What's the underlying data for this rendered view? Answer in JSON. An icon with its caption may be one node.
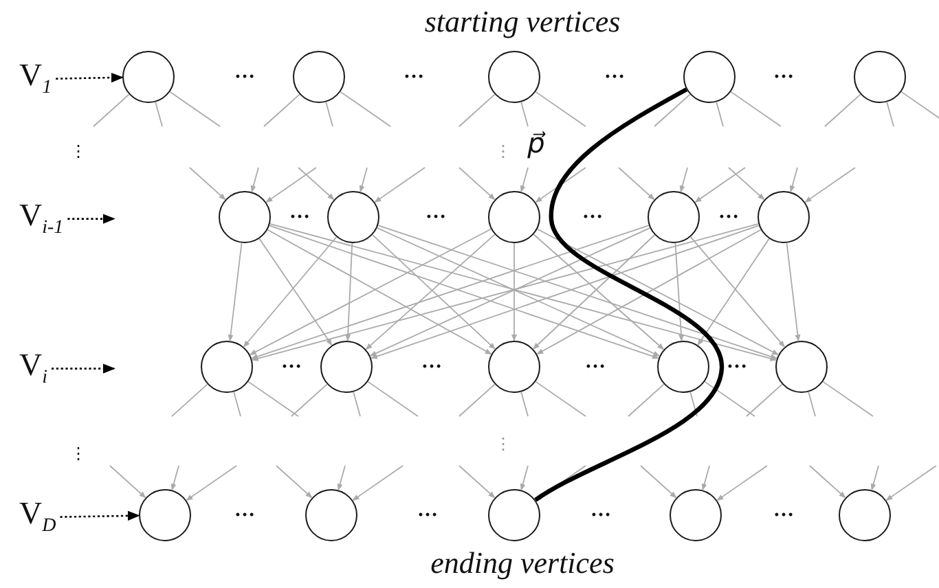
{
  "diagram": {
    "nodes": [
      {
        "text": [
          "V$_{1}$"
        ]
      },
      {
        "text": [],
        "shape": "circle"
      },
      {
        "text": [],
        "shape": "circle"
      },
      {
        "text": [],
        "shape": "circle"
      },
      {
        "text": [],
        "shape": "circle"
      },
      {
        "text": [],
        "shape": "circle"
      },
      {
        "text": [
          "V$_{i-1}$"
        ]
      },
      {
        "text": [],
        "shape": "circle"
      },
      {
        "text": [],
        "shape": "circle"
      },
      {
        "text": [],
        "shape": "circle"
      },
      {
        "text": [],
        "shape": "circle"
      },
      {
        "text": [],
        "shape": "circle"
      },
      {
        "text": [
          "V$_{i}$"
        ]
      },
      {
        "text": [],
        "shape": "circle"
      },
      {
        "text": [],
        "shape": "circle"
      },
      {
        "text": [],
        "shape": "circle"
      },
      {
        "text": [],
        "shape": "circle"
      },
      {
        "text": [],
        "shape": "circle"
      },
      {
        "text": [
          "V$_{D}$"
        ]
      },
      {
        "text": [],
        "shape": "circle"
      },
      {
        "text": [],
        "shape": "circle"
      },
      {
        "text": [],
        "shape": "circle"
      },
      {
        "text": [],
        "shape": "circle"
      },
      {
        "text": [],
        "shape": "circle"
      }
    ],
    "edges": [
      {
        "from": 0,
        "to": 1,
        "arrow": "to",
        "style": "dashed",
        "color": "#000000"
      },
      {
        "from": 1,
        "to": null,
        "arrow": "none"
      },
      {
        "from": 1,
        "to": null,
        "arrow": "none"
      },
      {
        "from": 1,
        "to": null,
        "arrow": "none"
      },
      {
        "from": 2,
        "to": null,
        "arrow": "none"
      },
      {
        "from": 2,
        "to": null,
        "arrow": "none"
      },
      {
        "from": 2,
        "to": null,
        "arrow": "none"
      },
      {
        "from": 3,
        "to": null,
        "arrow": "none"
      },
      {
        "from": 3,
        "to": null,
        "arrow": "none"
      },
      {
        "from": 3,
        "to": null,
        "arrow": "none"
      },
      {
        "from": 4,
        "to": null,
        "arrow": "none"
      },
      {
        "from": 4,
        "to": null,
        "arrow": "none"
      },
      {
        "from": 4,
        "to": null,
        "arrow": "none"
      },
      {
        "from": 5,
        "to": null,
        "arrow": "none"
      },
      {
        "from": 5,
        "to": null,
        "arrow": "none"
      },
      {
        "from": 5,
        "to": null,
        "arrow": "none"
      },
      {
        "from": 6,
        "to": null,
        "arrow": "to",
        "style": "dashed",
        "color": "#000000"
      },
      {
        "from": null,
        "to": 7,
        "arrow": "to"
      },
      {
        "from": null,
        "to": 7,
        "arrow": "to"
      },
      {
        "from": null,
        "to": 7,
        "arrow": "to"
      },
      {
        "from": null,
        "to": 8,
        "arrow": "to"
      },
      {
        "from": null,
        "to": 8,
        "arrow": "to"
      },
      {
        "from": null,
        "to": 8,
        "arrow": "to"
      },
      {
        "from": null,
        "to": 9,
        "arrow": "to"
      },
      {
        "from": null,
        "to": 9,
        "arrow": "to"
      },
      {
        "from": null,
        "to": 9,
        "arrow": "to"
      },
      {
        "from": null,
        "to": 10,
        "arrow": "to"
      },
      {
        "from": null,
        "to": 10,
        "arrow": "to"
      },
      {
        "from": null,
        "to": 10,
        "arrow": "to"
      },
      {
        "from": null,
        "to": 11,
        "arrow": "to"
      },
      {
        "from": null,
        "to": 11,
        "arrow": "to"
      },
      {
        "from": null,
        "to": 11,
        "arrow": "to"
      },
      {
        "from": 7,
        "to": 13,
        "arrow": "to"
      },
      {
        "from": 7,
        "to": 14,
        "arrow": "to"
      },
      {
        "from": 7,
        "to": 15,
        "arrow": "to"
      },
      {
        "from": 7,
        "to": 16,
        "arrow": "to"
      },
      {
        "from": 7,
        "to": 17,
        "arrow": "to"
      },
      {
        "from": 8,
        "to": 13,
        "arrow": "to"
      },
      {
        "from": 8,
        "to": 14,
        "arrow": "to"
      },
      {
        "from": 8,
        "to": 15,
        "arrow": "to"
      },
      {
        "from": 8,
        "to": 16,
        "arrow": "to"
      },
      {
        "from": 8,
        "to": 17,
        "arrow": "to"
      },
      {
        "from": 9,
        "to": 13,
        "arrow": "to"
      },
      {
        "from": 9,
        "to": 14,
        "arrow": "to"
      },
      {
        "from": 9,
        "to": 15,
        "arrow": "to"
      },
      {
        "from": 9,
        "to": 16,
        "arrow": "to"
      },
      {
        "from": 9,
        "to": 17,
        "arrow": "to"
      },
      {
        "from": 10,
        "to": 13,
        "arrow": "to"
      },
      {
        "from": 10,
        "to": 14,
        "arrow": "to"
      },
      {
        "from": 10,
        "to": 15,
        "arrow": "to"
      },
      {
        "from": 10,
        "to": 16,
        "arrow": "to"
      },
      {
        "from": 10,
        "to": 17,
        "arrow": "to"
      },
      {
        "from": 11,
        "to": 13,
        "arrow": "to"
      },
      {
        "from": 11,
        "to": 14,
        "arrow": "to"
      },
      {
        "from": 11,
        "to": 15,
        "arrow": "to"
      },
      {
        "from": 11,
        "to": 16,
        "arrow": "to"
      },
      {
        "from": 11,
        "to": 17,
        "arrow": "to"
      },
      {
        "from": 12,
        "to": null,
        "arrow": "to",
        "style": "dashed",
        "color": "#000000"
      },
      {
        "from": 13,
        "to": null,
        "arrow": "none"
      },
      {
        "from": 13,
        "to": null,
        "arrow": "none"
      },
      {
        "from": 13,
        "to": null,
        "arrow": "none"
      },
      {
        "from": 14,
        "to": null,
        "arrow": "none"
      },
      {
        "from": 14,
        "to": null,
        "arrow": "none"
      },
      {
        "from": 14,
        "to": null,
        "arrow": "none"
      },
      {
        "from": 15,
        "to": null,
        "arrow": "none"
      },
      {
        "from": 15,
        "to": null,
        "arrow": "none"
      },
      {
        "from": 15,
        "to": null,
        "arrow": "none"
      },
      {
        "from": 16,
        "to": null,
        "arrow": "none"
      },
      {
        "from": 16,
        "to": null,
        "arrow": "none"
      },
      {
        "from": 16,
        "to": null,
        "arrow": "none"
      },
      {
        "from": 17,
        "to": null,
        "arrow": "none"
      },
      {
        "from": 17,
        "to": null,
        "arrow": "none"
      },
      {
        "from": 17,
        "to": null,
        "arrow": "none"
      },
      {
        "from": 18,
        "to": 19,
        "arrow": "to",
        "style": "dashed",
        "color": "#000000"
      },
      {
        "from": null,
        "to": 19,
        "arrow": "to"
      },
      {
        "from": null,
        "to": 19,
        "arrow": "to"
      },
      {
        "from": null,
        "to": 19,
        "arrow": "to"
      },
      {
        "from": null,
        "to": 20,
        "arrow": "to"
      },
      {
        "from": null,
        "to": 20,
        "arrow": "to"
      },
      {
        "from": null,
        "to": 20,
        "arrow": "to"
      },
      {
        "from": null,
        "to": 21,
        "arrow": "to"
      },
      {
        "from": null,
        "to": 21,
        "arrow": "to"
      },
      {
        "from": null,
        "to": 21,
        "arrow": "to"
      },
      {
        "from": null,
        "to": 22,
        "arrow": "to"
      },
      {
        "from": null,
        "to": 22,
        "arrow": "to"
      },
      {
        "from": null,
        "to": 22,
        "arrow": "to"
      },
      {
        "from": null,
        "to": 23,
        "arrow": "to"
      },
      {
        "from": null,
        "to": 23,
        "arrow": "to"
      },
      {
        "from": null,
        "to": 23,
        "arrow": "to"
      },
      {
        "from": 4,
        "to": 21,
        "arrow": "none",
        "style": "thick",
        "color": "#000000",
        "label": "p⃗"
      }
    ],
    "labels": [
      "starting vertices",
      "…",
      "…",
      "…",
      "…",
      "⋮",
      "⋮",
      "…",
      "…",
      "…",
      "…",
      "…",
      "…",
      "…",
      "…",
      "⋮",
      "⋮",
      "…",
      "…",
      "…",
      "…",
      "ending vertices"
    ]
  }
}
